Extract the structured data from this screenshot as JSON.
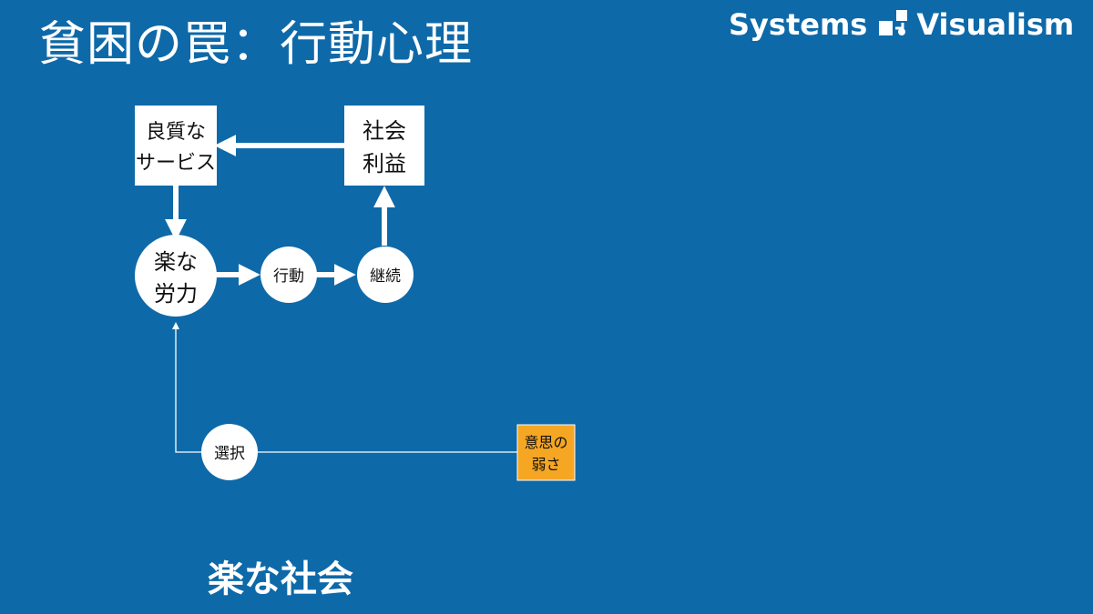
{
  "title": "貧困の罠：行動心理",
  "brand": {
    "left": "Systems",
    "right": "Visualism",
    "logo": "systems-visualism-logo-icon"
  },
  "nodes": {
    "good_service": {
      "line1": "良質な",
      "line2": "サービス"
    },
    "social_benefit": {
      "line1": "社会",
      "line2": "利益"
    },
    "easy_effort": {
      "line1": "楽な",
      "line2": "労力"
    },
    "action": {
      "text": "行動"
    },
    "continuation": {
      "text": "継続"
    },
    "choice": {
      "text": "選択"
    },
    "weak_will": {
      "line1": "意思の",
      "line2": "弱さ"
    }
  },
  "caption": "楽な社会",
  "colors": {
    "background": "#0e69a9",
    "node": "#ffffff",
    "highlight": "#f5a623",
    "text": "#111111"
  }
}
